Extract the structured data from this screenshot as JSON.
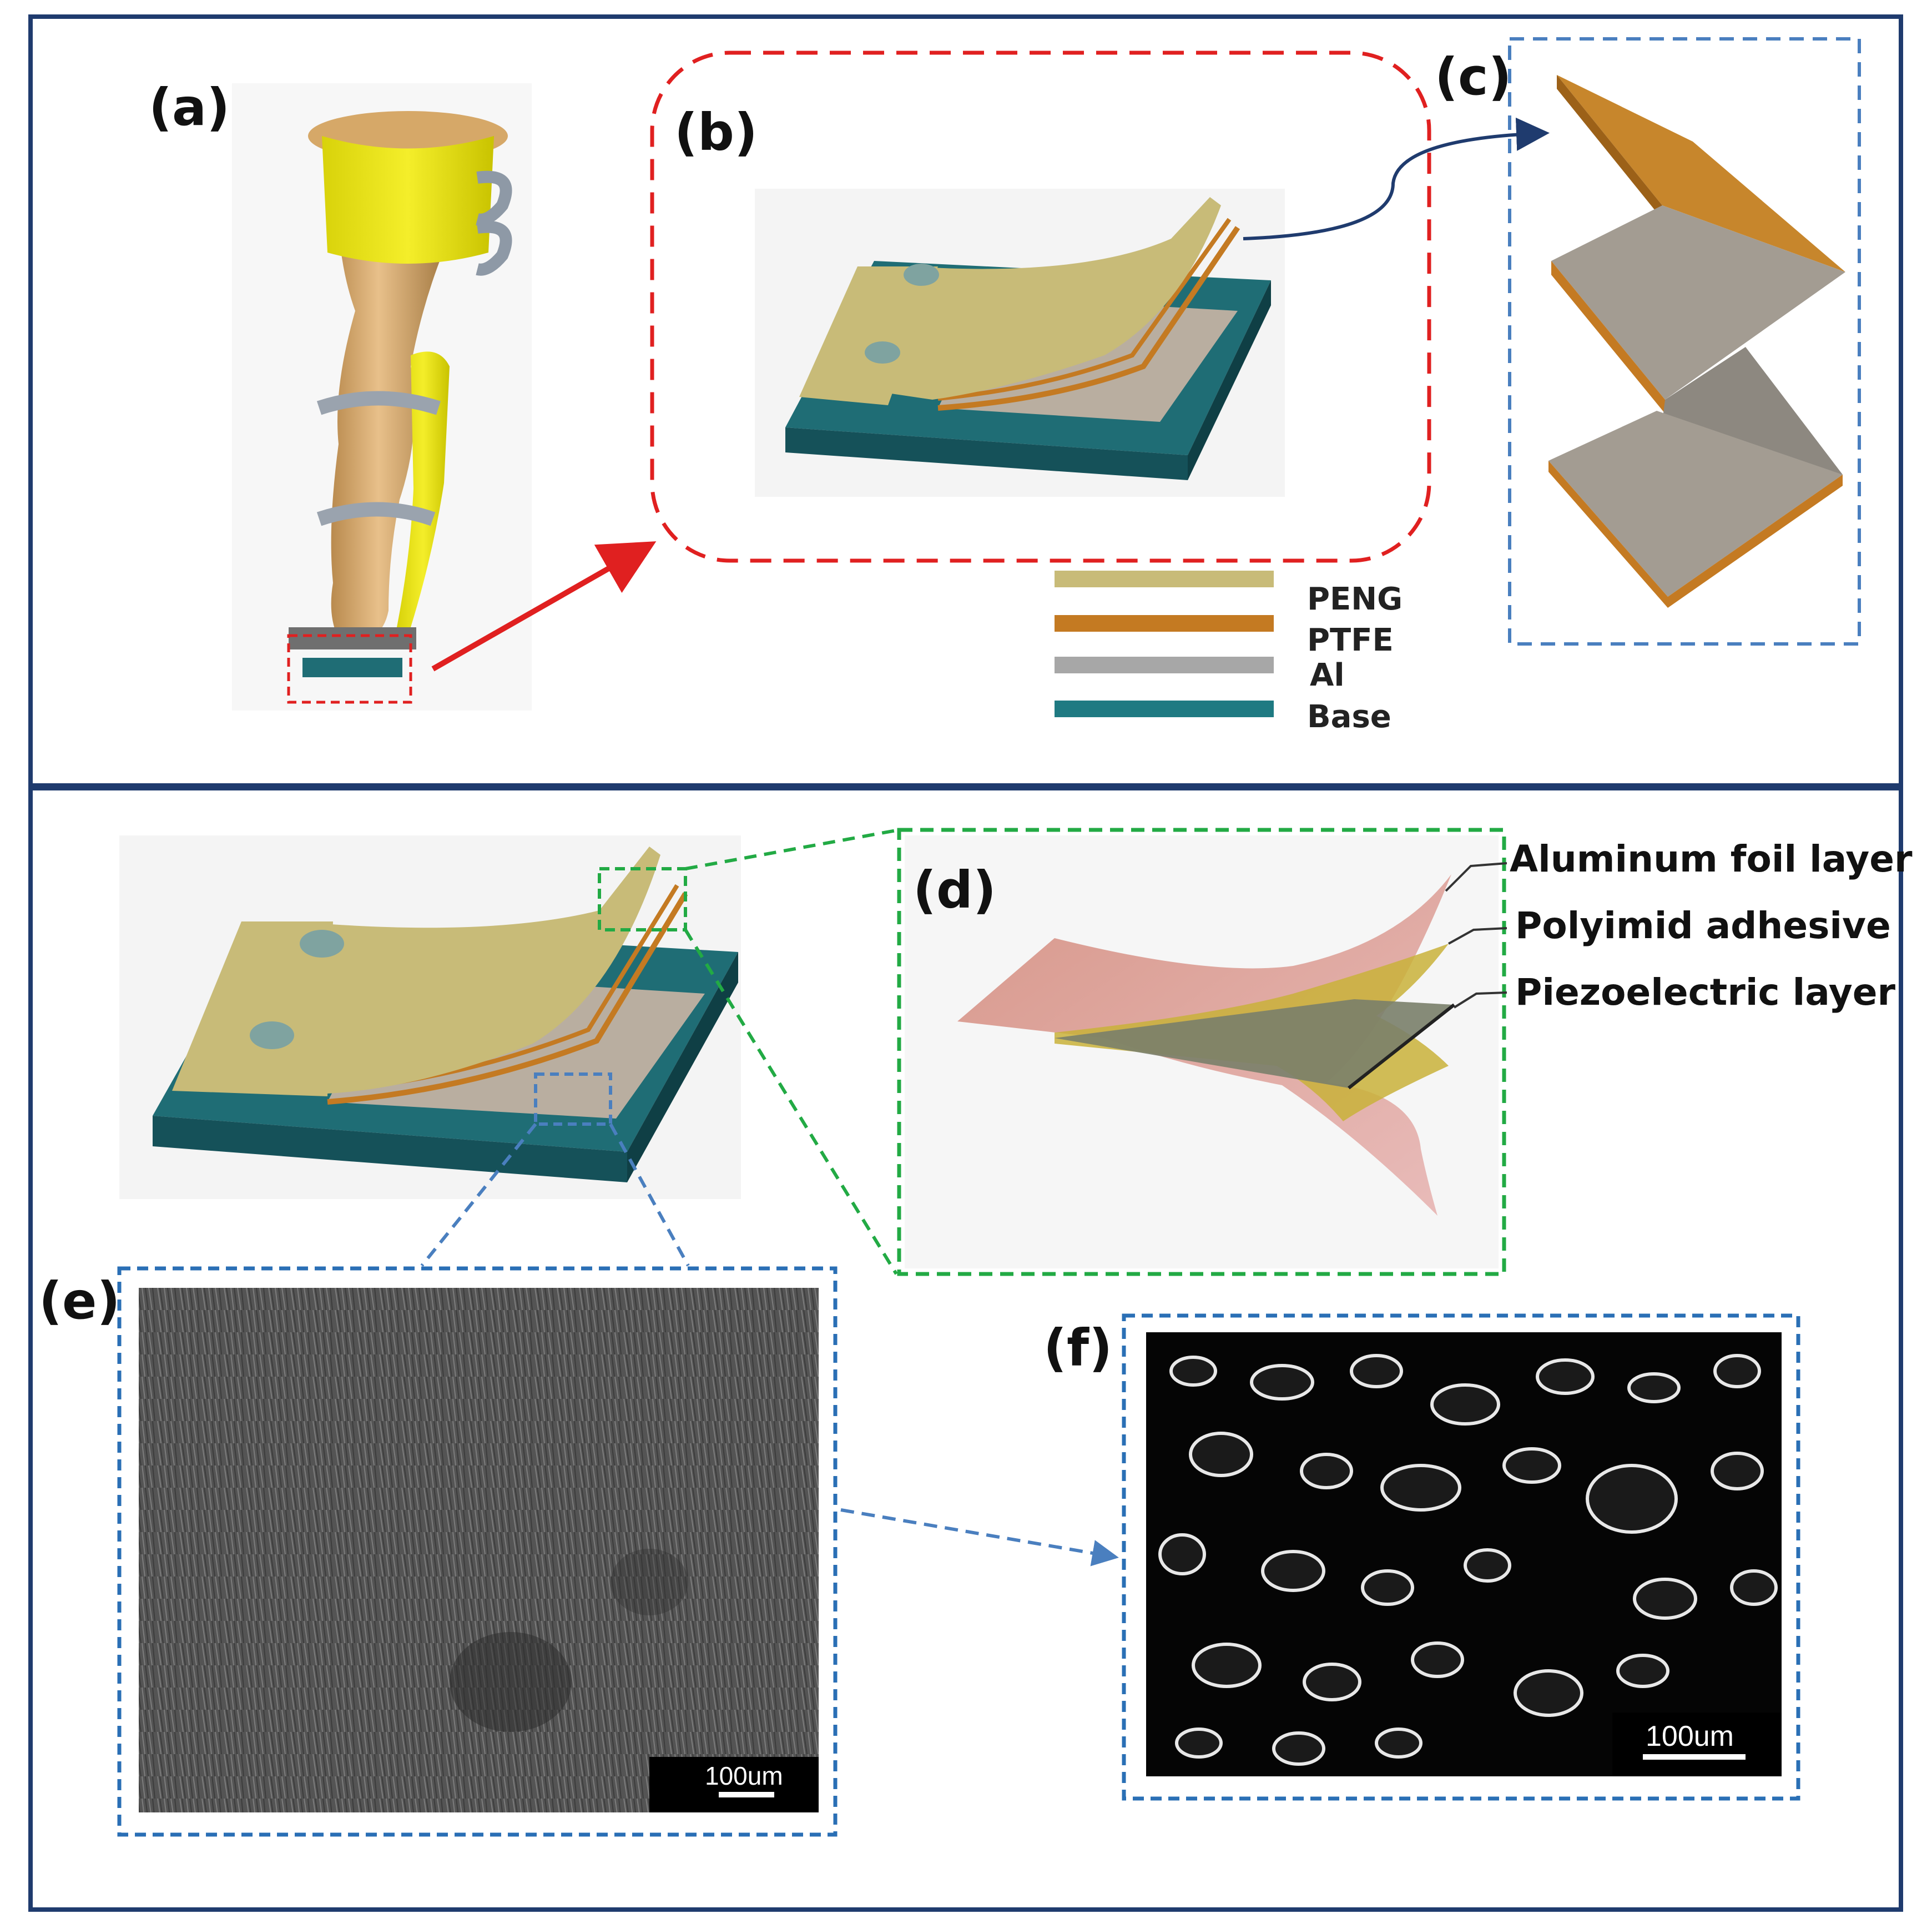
{
  "panel_labels": {
    "a": "(a)",
    "b": "(b)",
    "c": "(c)",
    "d": "(d)",
    "e": "(e)",
    "f": "(f)"
  },
  "legend": {
    "items": [
      {
        "label": "PENG",
        "color": "#c8bb78"
      },
      {
        "label": "PTFE",
        "color": "#c47a22"
      },
      {
        "label": "Al",
        "color": "#a7a7a7"
      },
      {
        "label": "Base",
        "color": "#1f7a82"
      }
    ]
  },
  "layer_labels": {
    "aluminum": "Aluminum foil layer",
    "polyimid": "Polyimid adhesive",
    "piezo": "Piezoelectric layer"
  },
  "scale_bars": {
    "e": "100um",
    "f": "100um"
  },
  "colors": {
    "frame": "#1f3b6e",
    "red_dash": "#e02020",
    "blue_dash": "#4a7fbf",
    "green_dash": "#22aa44",
    "base": "#1f6d75",
    "peng": "#c8bb78",
    "ptfe": "#c47a22",
    "al": "#b9aea0"
  }
}
